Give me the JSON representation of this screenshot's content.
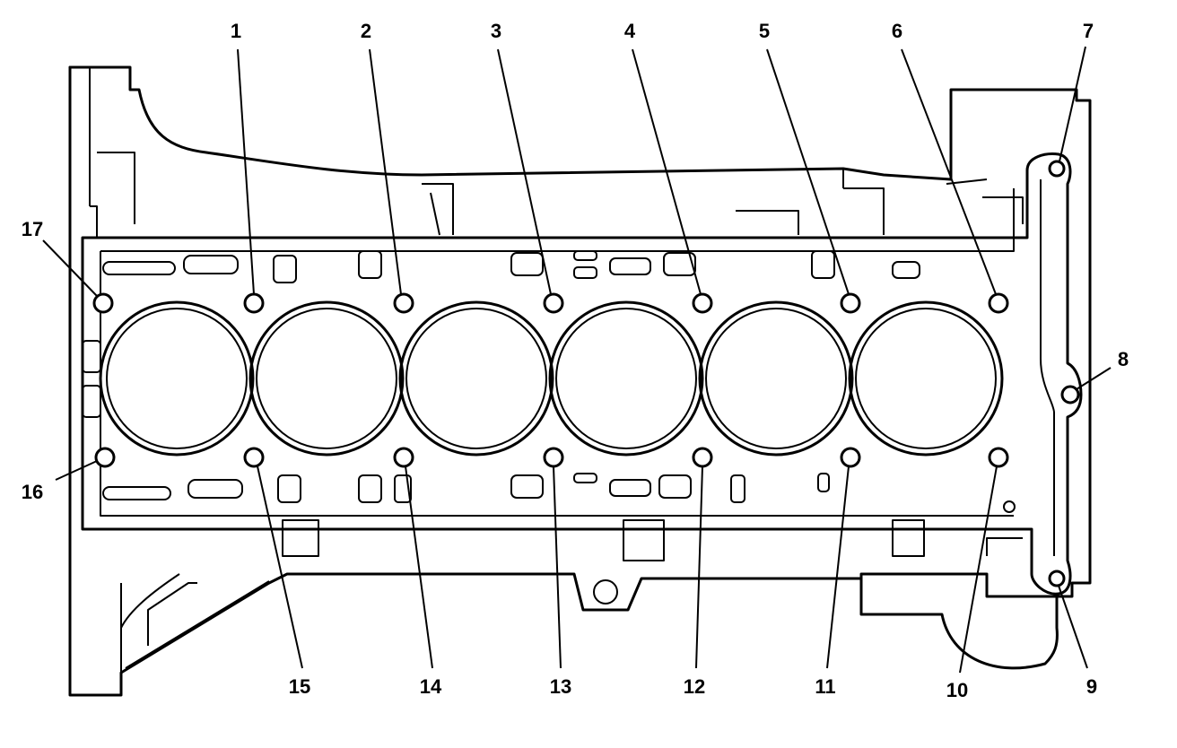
{
  "diagram": {
    "subject": "head-gasket-bolt-pattern",
    "callouts": [
      {
        "id": 1,
        "label": "1"
      },
      {
        "id": 2,
        "label": "2"
      },
      {
        "id": 3,
        "label": "3"
      },
      {
        "id": 4,
        "label": "4"
      },
      {
        "id": 5,
        "label": "5"
      },
      {
        "id": 6,
        "label": "6"
      },
      {
        "id": 7,
        "label": "7"
      },
      {
        "id": 8,
        "label": "8"
      },
      {
        "id": 9,
        "label": "9"
      },
      {
        "id": 10,
        "label": "10"
      },
      {
        "id": 11,
        "label": "11"
      },
      {
        "id": 12,
        "label": "12"
      },
      {
        "id": 13,
        "label": "13"
      },
      {
        "id": 14,
        "label": "14"
      },
      {
        "id": 15,
        "label": "15"
      },
      {
        "id": 16,
        "label": "16"
      },
      {
        "id": 17,
        "label": "17"
      }
    ],
    "colors": {
      "ink": "#000000",
      "background": "#ffffff"
    }
  }
}
